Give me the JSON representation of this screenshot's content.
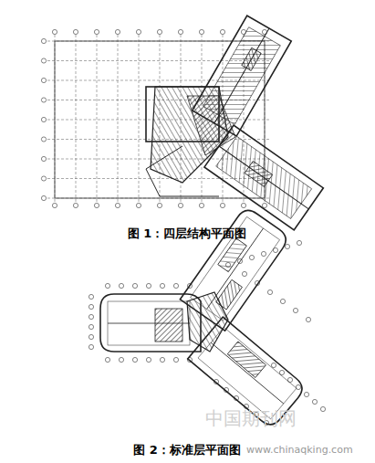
{
  "diagram": {
    "labels": [
      "图 1：四层结构平面图",
      "图 2：标准层平面图",
      "中国期刊网",
      "www.chinaqking.com"
    ]
  }
}
